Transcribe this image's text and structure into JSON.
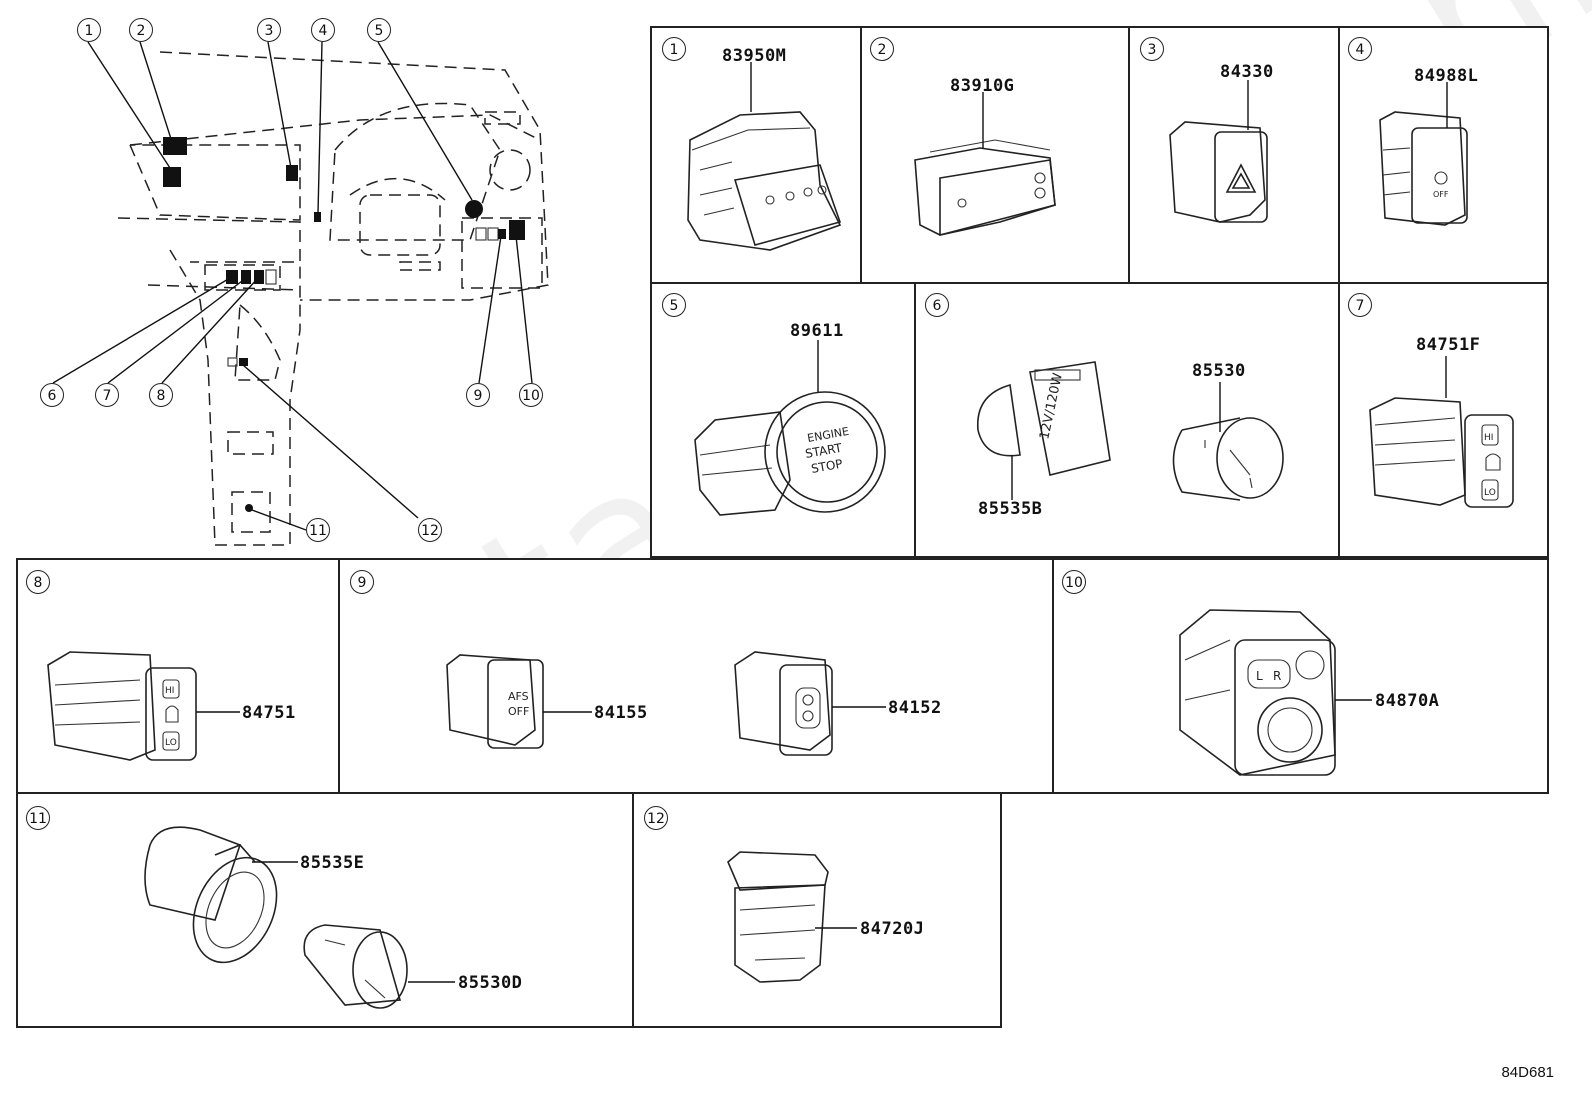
{
  "watermark": "ToyotaCarMine.nl",
  "diagram_code": "84D681",
  "overview_callouts": [
    "1",
    "2",
    "3",
    "4",
    "5",
    "6",
    "7",
    "8",
    "9",
    "10",
    "11",
    "12"
  ],
  "panels": [
    {
      "callout": "1",
      "parts": [
        "83950M"
      ]
    },
    {
      "callout": "2",
      "parts": [
        "83910G"
      ]
    },
    {
      "callout": "3",
      "parts": [
        "84330"
      ]
    },
    {
      "callout": "4",
      "parts": [
        "84988L"
      ]
    },
    {
      "callout": "5",
      "parts": [
        "89611"
      ]
    },
    {
      "callout": "6",
      "parts": [
        "85530",
        "85535B"
      ]
    },
    {
      "callout": "7",
      "parts": [
        "84751F"
      ]
    },
    {
      "callout": "8",
      "parts": [
        "84751"
      ]
    },
    {
      "callout": "9",
      "parts": [
        "84155",
        "84152"
      ]
    },
    {
      "callout": "10",
      "parts": [
        "84870A"
      ]
    },
    {
      "callout": "11",
      "parts": [
        "85535E",
        "85530D"
      ]
    },
    {
      "callout": "12",
      "parts": [
        "84720J"
      ]
    }
  ],
  "switch_labels": {
    "engine_button": [
      "ENGINE",
      "START",
      "STOP"
    ],
    "socket_rating": "12V/120W",
    "afs": [
      "AFS",
      "OFF"
    ],
    "seat_heater_hi": "HI",
    "seat_heater_lo": "LO",
    "mirror_l": "L",
    "mirror_r": "R",
    "vsc_off": "OFF"
  }
}
